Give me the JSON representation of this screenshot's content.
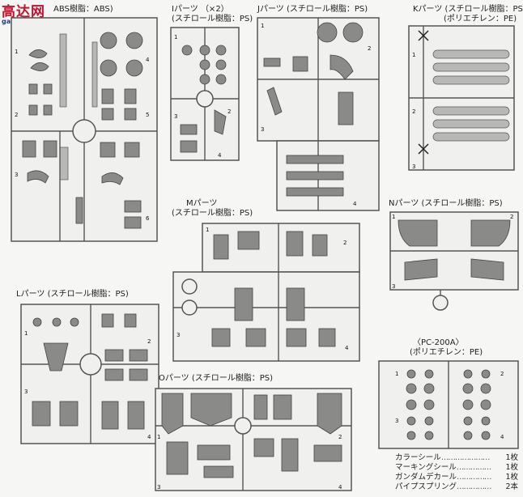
{
  "watermark": {
    "brand": "高达网",
    "url": "gao.shaqi.com"
  },
  "sections": {
    "h": {
      "title": "ABS樹脂：ABS)"
    },
    "i": {
      "title": "Iパーツ",
      "qty": "（×2）",
      "material": "(スチロール樹脂：PS)"
    },
    "j": {
      "title": "Jパーツ",
      "material": "(スチロール樹脂：PS)"
    },
    "k": {
      "title": "Kパーツ",
      "material": "(スチロール樹脂：PS)",
      "material2": "(ポリエチレン：PE)"
    },
    "m": {
      "title": "Mパーツ",
      "material": "(スチロール樹脂：PS)"
    },
    "n": {
      "title": "Nパーツ",
      "material": "(スチロール樹脂：PS)"
    },
    "l": {
      "title": "Lパーツ",
      "material": "(スチロール樹脂：PS)"
    },
    "o": {
      "title": "Oパーツ",
      "material": "(スチロール樹脂：PS)"
    },
    "pc": {
      "title": "〈PC-200A〉",
      "material": "(ポリエチレン：PE)"
    }
  },
  "legend": [
    {
      "item": "カラーシール",
      "count": "1枚"
    },
    {
      "item": "マーキングシール",
      "count": "1枚"
    },
    {
      "item": "ガンダムデカール",
      "count": "1枚"
    },
    {
      "item": "パイプスプリング",
      "count": "2本"
    }
  ]
}
